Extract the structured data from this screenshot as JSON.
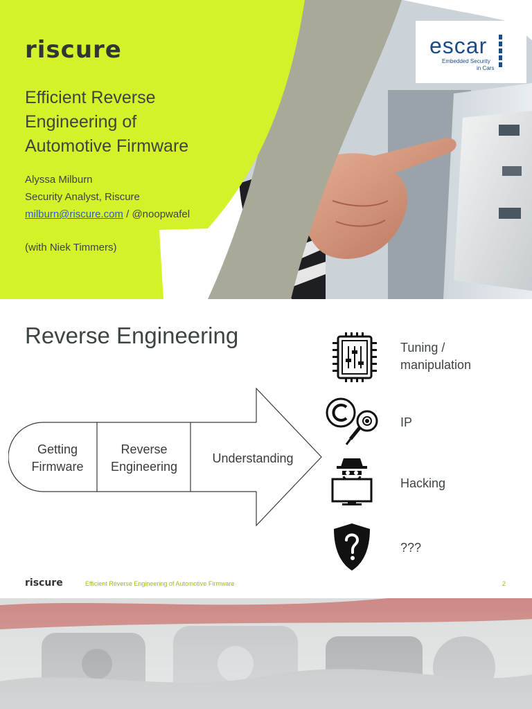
{
  "slide1": {
    "brand_logo": "riscure",
    "title_lines": [
      "Efficient Reverse",
      "Engineering of",
      "Automotive Firmware"
    ],
    "author": "Alyssa Milburn",
    "role": "Security Analyst, Riscure",
    "email": "milburn@riscure.com",
    "handle_separator": " / ",
    "handle": "@noopwafel",
    "coauthor": "(with Niek Timmers)",
    "partner_logo": {
      "name": "escar",
      "tagline_1": "Embedded Security",
      "tagline_2": "in Cars"
    }
  },
  "slide2": {
    "title": "Reverse Engineering",
    "steps": [
      "Getting Firmware",
      "Reverse Engineering",
      "Understanding"
    ],
    "step_lines": [
      [
        "Getting",
        "Firmware"
      ],
      [
        "Reverse",
        "Engineering"
      ],
      [
        "Understanding"
      ]
    ],
    "categories": [
      {
        "icon": "chip-icon",
        "label_lines": [
          "Tuning /",
          "manipulation"
        ]
      },
      {
        "icon": "copyright-magnifier-icon",
        "label_lines": [
          "IP"
        ]
      },
      {
        "icon": "hacker-icon",
        "label_lines": [
          "Hacking"
        ]
      },
      {
        "icon": "shield-question-icon",
        "label_lines": [
          "???"
        ]
      }
    ],
    "footer": {
      "logo": "riscure",
      "text": "Efficient Reverse Engineering of Automotive Firmware",
      "page": "2"
    }
  },
  "colors": {
    "brand_lime": "#d4f12a",
    "grey_band": "#a8a999",
    "text_dark": "#3d4540",
    "footer_accent": "#a4b814",
    "escar_blue": "#1b4c8a",
    "link_blue": "#2d5ad0"
  }
}
